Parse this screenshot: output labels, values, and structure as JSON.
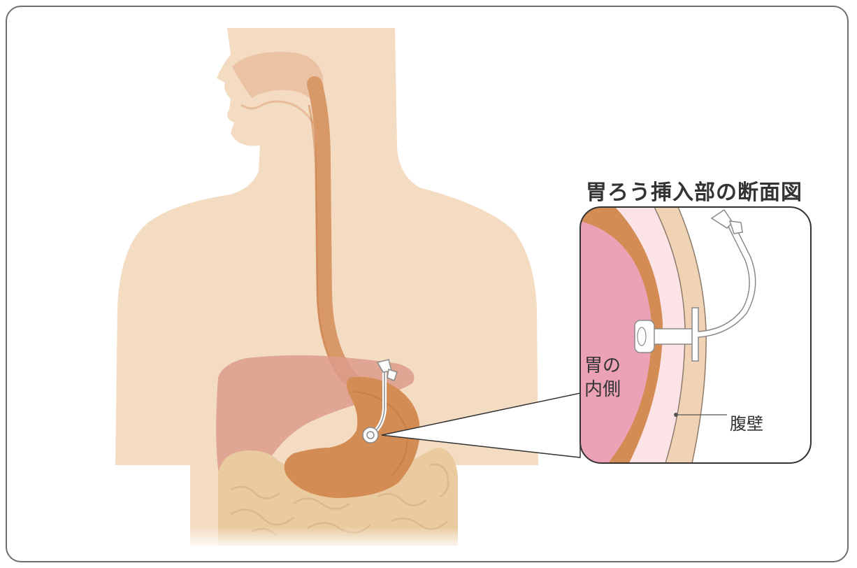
{
  "diagram": {
    "title": "胃ろう挿入部の断面図",
    "labels": {
      "stomach_inside_line1": "胃の",
      "stomach_inside_line2": "内側",
      "abdominal_wall": "腹壁"
    }
  },
  "colors": {
    "skin": "#f3dcc2",
    "esophagus": "#d4905a",
    "stomach": "#d28a52",
    "liver": "#dd9a8c",
    "intestine": "#e8c89e",
    "stomach_inner_pink": "#eba2b6",
    "stomach_wall_pale": "#fbe3e6",
    "abdominal_wall": "#f0d2b4",
    "outline": "#6f6f6f"
  },
  "icons": [
    "body-silhouette-icon",
    "stomach-icon",
    "gastrostomy-tube-icon"
  ]
}
